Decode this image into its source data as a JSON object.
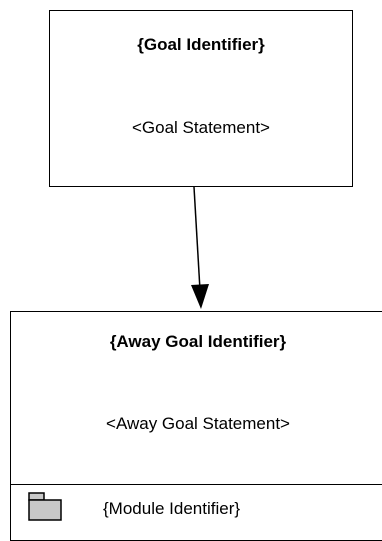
{
  "goal": {
    "identifier": "{Goal Identifier}",
    "statement": "<Goal Statement>"
  },
  "away_goal": {
    "identifier": "{Away Goal Identifier}",
    "statement": "<Away Goal Statement>",
    "module_identifier": "{Module Identifier}",
    "module_icon": "module-folder-icon"
  },
  "connector": {
    "type": "supported-by-arrow",
    "from": "goal",
    "to": "away_goal"
  },
  "colors": {
    "stroke": "#000000",
    "background": "#ffffff",
    "module_icon_fill": "#c8c8c8"
  }
}
